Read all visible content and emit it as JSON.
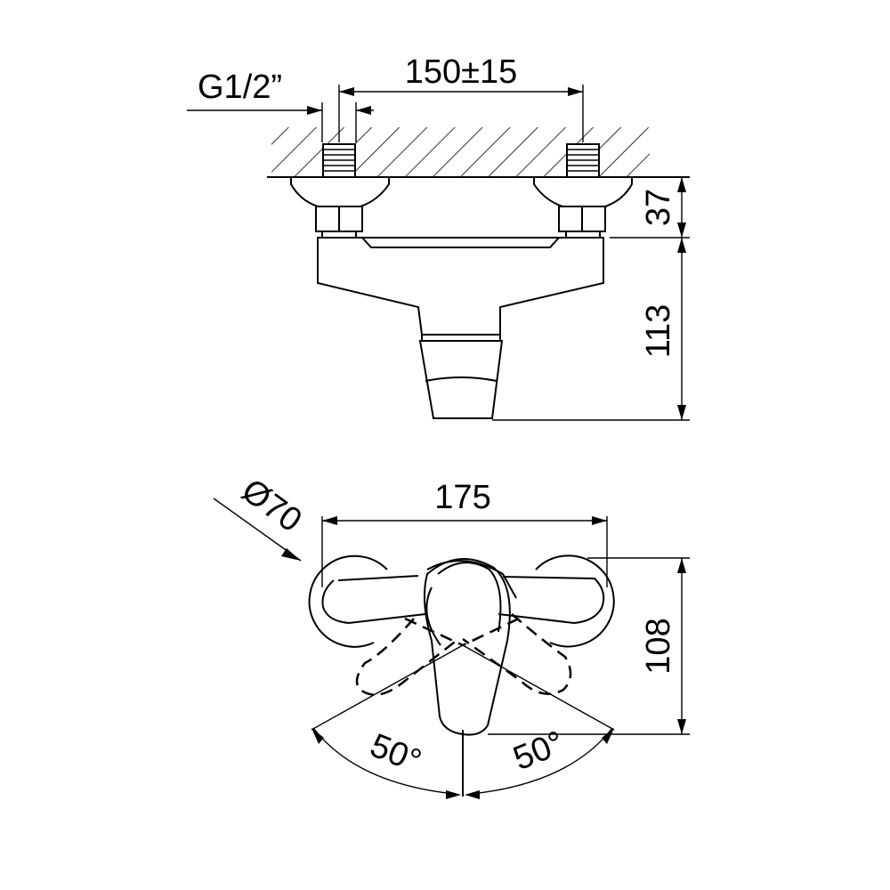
{
  "front_view": {
    "thread_label": "G1/2”",
    "center_distance_label": "150±15",
    "top_height_label": "37",
    "body_height_label": "113"
  },
  "top_view": {
    "diameter_label": "Ø70",
    "width_label": "175",
    "depth_label": "108",
    "left_angle_label": "50°",
    "right_angle_label": "50°"
  }
}
